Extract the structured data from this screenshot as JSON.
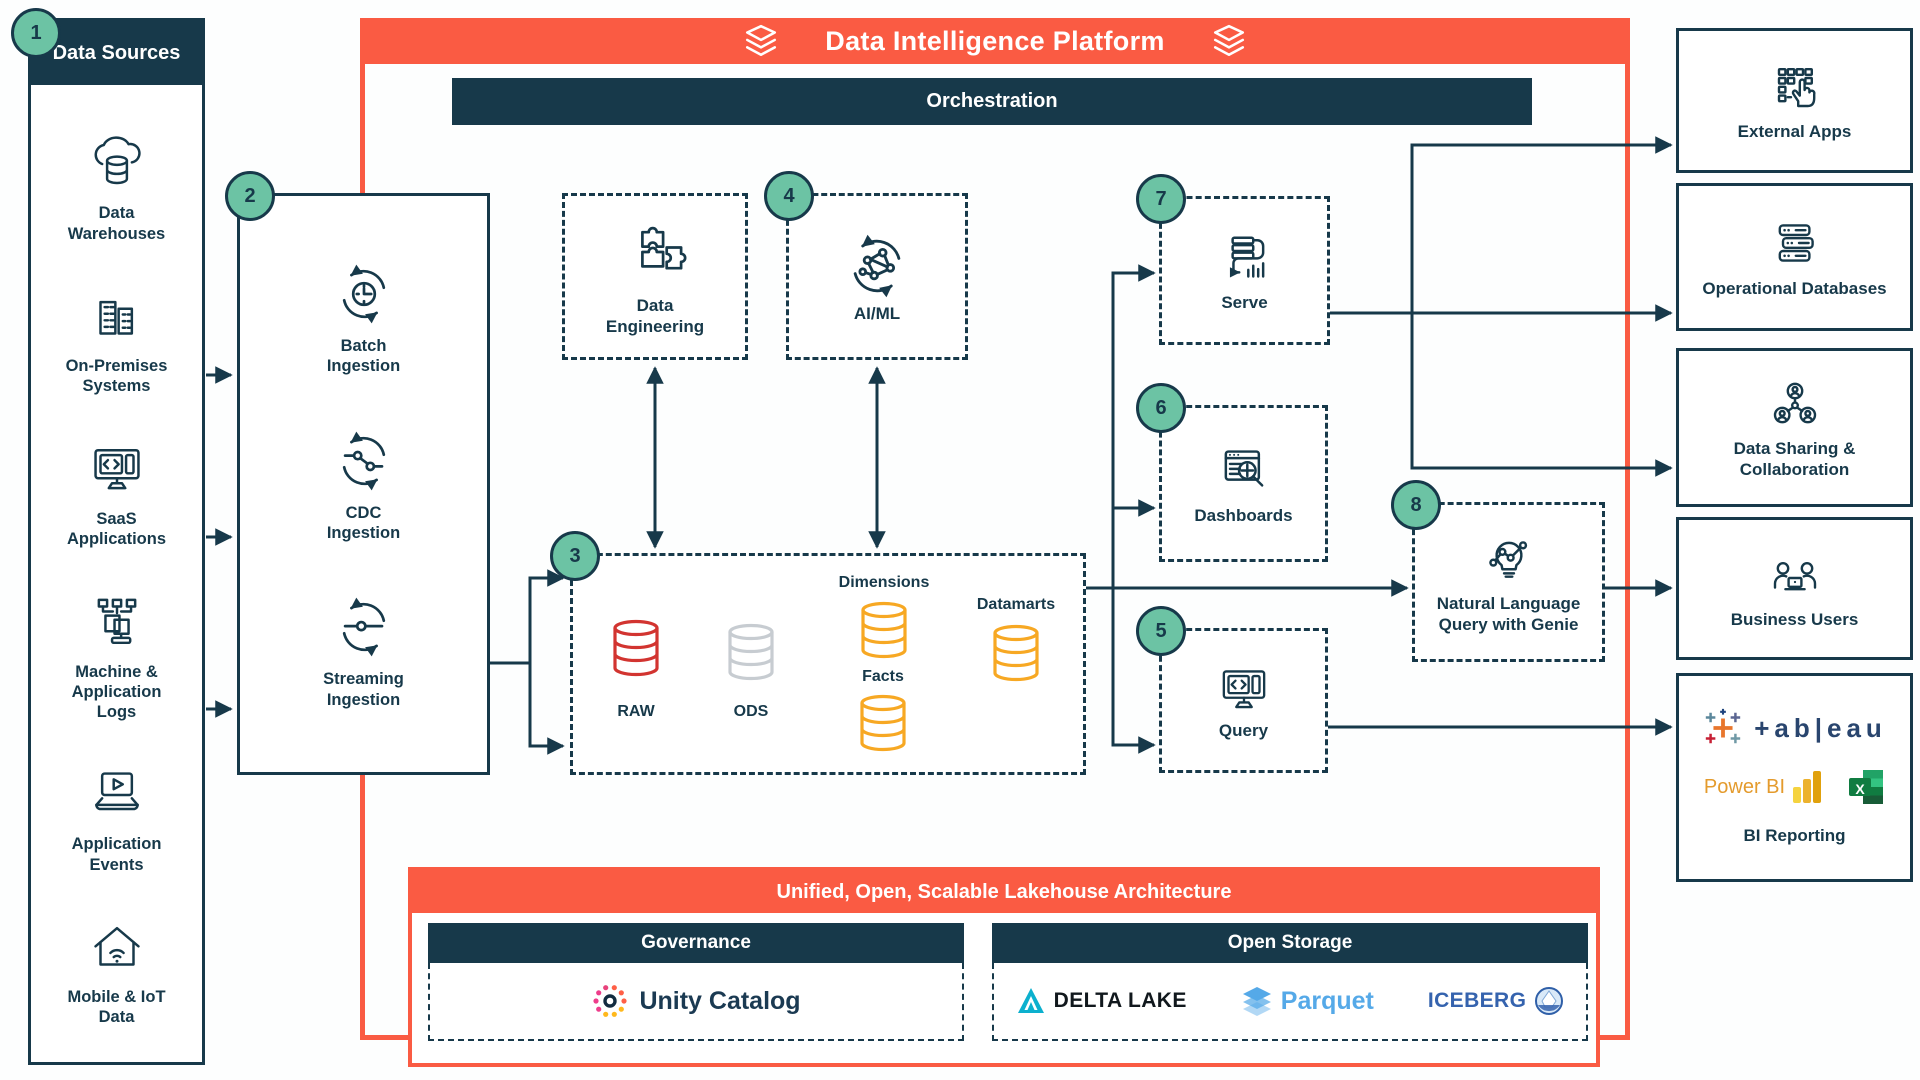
{
  "header": {
    "platform_title": "Data Intelligence Platform",
    "orchestration": "Orchestration",
    "lakehouse_banner": "Unified, Open, Scalable Lakehouse Architecture"
  },
  "badges": [
    "1",
    "2",
    "3",
    "4",
    "5",
    "6",
    "7",
    "8"
  ],
  "sidebar": {
    "title": "Data Sources",
    "items": [
      "Data Warehouses",
      "On-Premises Systems",
      "SaaS Applications",
      "Machine & Application Logs",
      "Application Events",
      "Mobile & IoT Data"
    ]
  },
  "ingestion": {
    "items": [
      "Batch Ingestion",
      "CDC Ingestion",
      "Streaming Ingestion"
    ]
  },
  "processing": {
    "data_engineering": "Data Engineering",
    "ai_ml": "AI/ML"
  },
  "flow": {
    "raw": "RAW",
    "ods": "ODS",
    "dimensions": "Dimensions",
    "facts": "Facts",
    "datamarts": "Datamarts"
  },
  "consumption": {
    "serve": "Serve",
    "dashboards": "Dashboards",
    "query": "Query",
    "genie": "Natural Language Query with Genie"
  },
  "destinations": {
    "external_apps": "External Apps",
    "operational_databases": "Operational Databases",
    "data_sharing": "Data Sharing & Collaboration",
    "business_users": "Business Users",
    "bi_reporting": "BI Reporting"
  },
  "bi_logos": {
    "tableau": "+ab|eau",
    "power_bi": "Power BI",
    "excel_x": "X"
  },
  "lakehouse": {
    "governance_title": "Governance",
    "open_storage_title": "Open Storage",
    "unity_catalog": "Unity Catalog",
    "delta_lake": "DELTA LAKE",
    "parquet": "Parquet",
    "iceberg": "ICEBERG"
  },
  "colors": {
    "navy": "#17394A",
    "orange": "#FA5B43",
    "badge_green": "#6CC3A4",
    "raw_red": "#D23430",
    "ods_gray": "#C7CCD1",
    "amber": "#F7A823"
  }
}
